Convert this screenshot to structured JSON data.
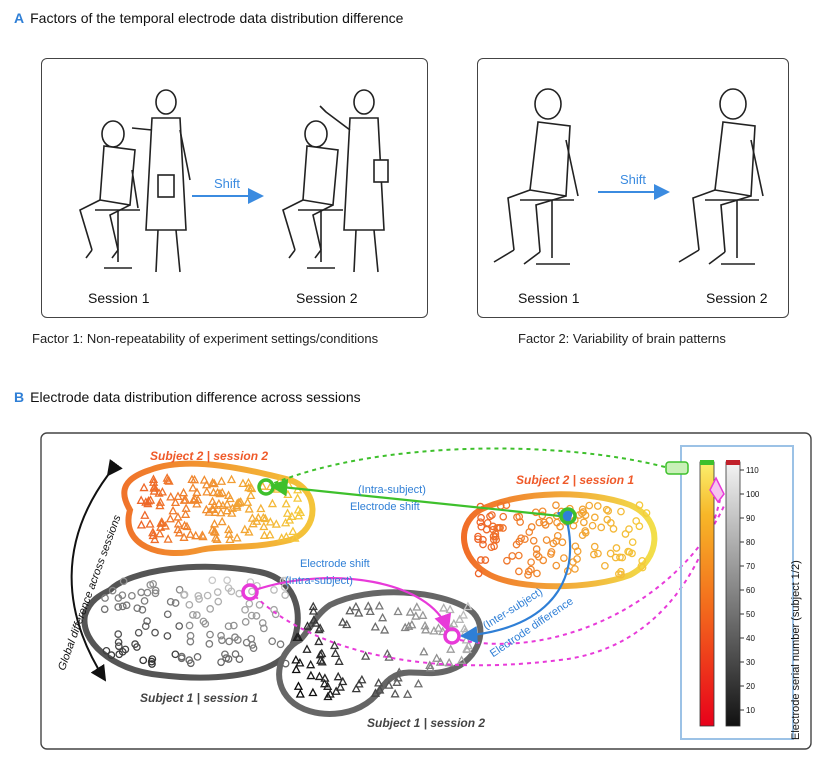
{
  "section_a": {
    "letter": "A",
    "title": "Factors of the temporal electrode data distribution difference"
  },
  "factor1": {
    "session1": "Session 1",
    "session2": "Session 2",
    "shift": "Shift",
    "caption": "Factor 1: Non-repeatability of experiment settings/conditions"
  },
  "factor2": {
    "session1": "Session 1",
    "session2": "Session 2",
    "shift": "Shift",
    "caption": "Factor 2: Variability of brain patterns"
  },
  "section_b": {
    "letter": "B",
    "title": "Electrode data distribution difference across sessions"
  },
  "clusters": {
    "s2s2": "Subject 2 | session 2",
    "s2s1": "Subject 2 | session 1",
    "s1s1": "Subject 1 | session 1",
    "s1s2": "Subject 1 | session 2"
  },
  "annotations": {
    "intra1": "(Intra-subject)",
    "shift1": "Electrode shift",
    "shift2": "Electrode shift",
    "intra2": "(Intra-subject)",
    "inter": "(Inter-subject)",
    "elec_diff": "Electrode difference",
    "global": "Global difference across sessions"
  },
  "colorbar": {
    "label": "Electrode serial number (subject 1/2)",
    "ticks": [
      "110",
      "100",
      "90",
      "80",
      "70",
      "60",
      "50",
      "40",
      "30",
      "20",
      "10"
    ]
  },
  "colors": {
    "accent_blue": "#2f7fd6",
    "green": "#3ec02c",
    "magenta": "#e83ad9",
    "orange": "#ef5a2a"
  }
}
